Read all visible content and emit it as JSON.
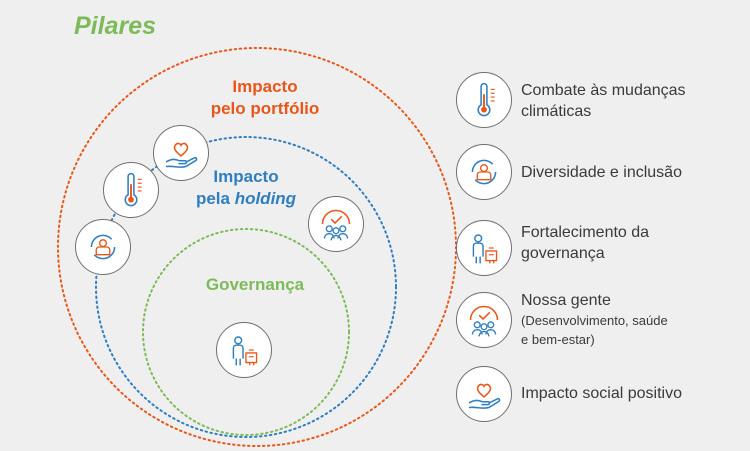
{
  "title": "Pilares",
  "circles": {
    "portfolio": {
      "label_line1": "Impacto",
      "label_line2": "pelo portfólio"
    },
    "holding": {
      "label_line1": "Impacto",
      "label_line2_prefix": "pela ",
      "label_line2_emph": "holding"
    },
    "governanca": {
      "label": "Governança"
    }
  },
  "legend": [
    {
      "icon": "thermometer-icon",
      "line1": "Combate às mudanças",
      "line2": "climáticas"
    },
    {
      "icon": "diversity-icon",
      "line1": "Diversidade e inclusão"
    },
    {
      "icon": "governance-icon",
      "line1": "Fortalecimento da",
      "line2": "governança"
    },
    {
      "icon": "people-icon",
      "line1": "Nossa gente",
      "sub1": "(Desenvolvimento, saúde",
      "sub2": "e bem-estar)"
    },
    {
      "icon": "heart-hand-icon",
      "line1": "Impacto social positivo"
    }
  ],
  "colors": {
    "orange": "#e8571a",
    "blue": "#2f7ec1",
    "green": "#7dbb5a",
    "gray": "#6f6f6f"
  }
}
